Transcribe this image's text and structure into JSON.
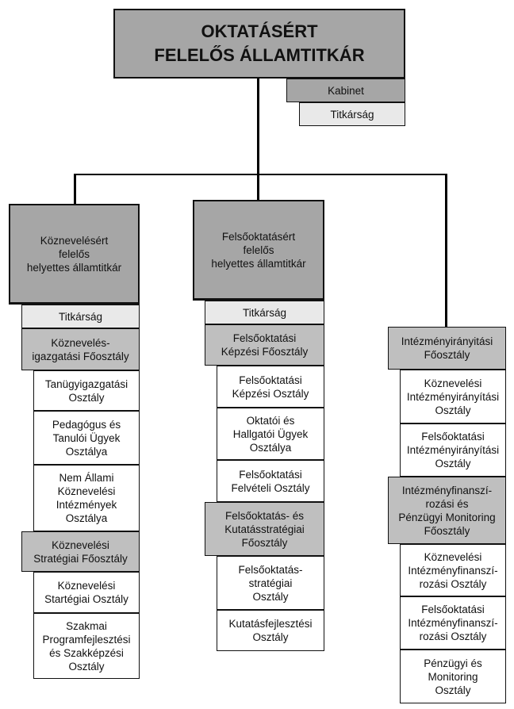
{
  "top": {
    "title": "OKTATÁSÉRT\nFELELŐS ÁLLAMTITKÁR",
    "kabinet": "Kabinet",
    "titkarsag": "Titkárság"
  },
  "columns": [
    {
      "header": "Köznevelésért\nfelelős\nhelyettes államtitkár",
      "titkarsag": "Titkárság",
      "groups": [
        {
          "head": "Köznevelés-\nigazgatási Főosztály",
          "units": [
            "Tanügyigazgatási\nOsztály",
            "Pedagógus és\nTanulói Ügyek\nOsztálya",
            "Nem Állami\nKöznevelési\nIntézmények\nOsztálya"
          ]
        },
        {
          "head": "Köznevelési\nStratégiai Főosztály",
          "units": [
            "Köznevelési\nStartégiai Osztály",
            "Szakmai\nProgramfejlesztési\nés Szakképzési\nOsztály"
          ]
        }
      ]
    },
    {
      "header": "Felsőoktatásért\nfelelős\nhelyettes államtitkár",
      "titkarsag": "Titkárság",
      "groups": [
        {
          "head": "Felsőoktatási\nKépzési Főosztály",
          "units": [
            "Felsőoktatási\nKépzési Osztály",
            "Oktatói és\nHallgatói Ügyek\nOsztálya",
            "Felsőoktatási\nFelvételi Osztály"
          ]
        },
        {
          "head": "Felsőoktatás- és\nKutatásstratégiai\nFőosztály",
          "units": [
            "Felsőoktatás-\nstratégiai\nOsztály",
            "Kutatásfejlesztési\nOsztály"
          ]
        }
      ]
    },
    {
      "groups": [
        {
          "head": "Intézményirányitási\nFőosztály",
          "units": [
            "Köznevelési\nIntézményirányítási\nOsztály",
            "Felsőoktatási\nIntézményirányítási\nOsztály"
          ]
        },
        {
          "head": "Intézményfinanszí-\nrozási és\nPénzügyi Monitoring\nFőosztály",
          "units": [
            "Köznevelési\nIntézményfinanszí-\nrozási Osztály",
            "Felsőoktatási\nIntézményfinanszí-\nrozási Osztály",
            "Pénzügyi és\nMonitoring\nOsztály"
          ]
        }
      ]
    }
  ]
}
